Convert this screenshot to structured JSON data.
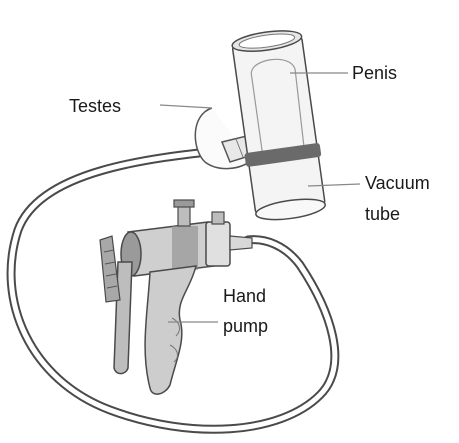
{
  "labels": {
    "penis": "Penis",
    "testes": "Testes",
    "vacuum_line1": "Vacuum",
    "vacuum_line2": "tube",
    "hand_line1": "Hand",
    "hand_line2": "pump"
  },
  "colors": {
    "outline": "#4a4a4a",
    "tube_fill": "#f4f4f4",
    "band_dark": "#6a6a6a",
    "pump_shade": "#9a9a9a",
    "pump_light": "#cfcfcf",
    "leader": "#888888"
  }
}
